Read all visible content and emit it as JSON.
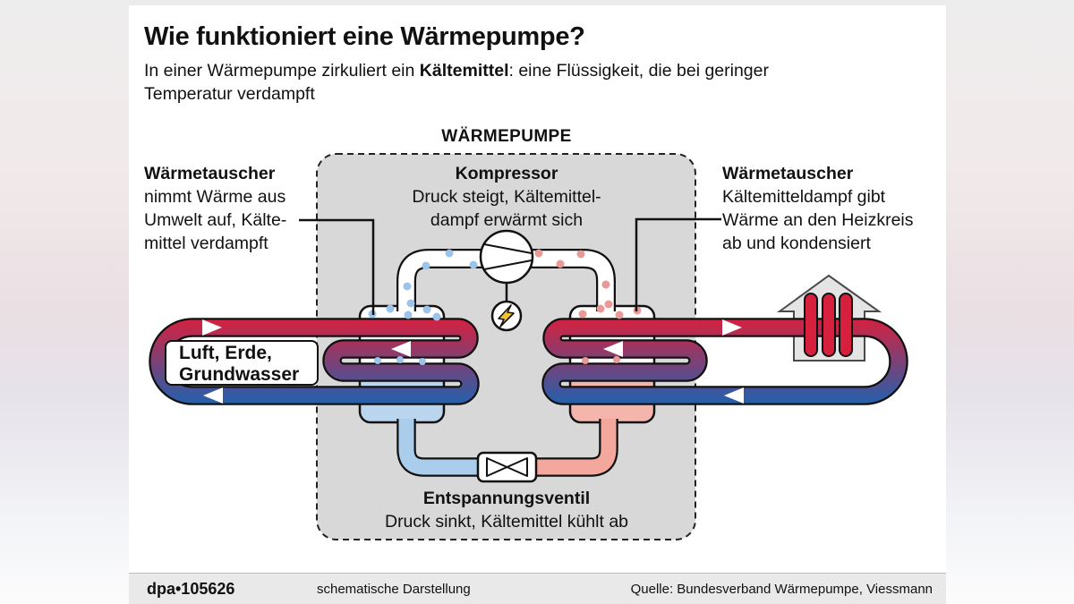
{
  "title": "Wie funktioniert eine Wärmepumpe?",
  "subtitle": {
    "prefix": "In einer Wärmepumpe zirkuliert ein ",
    "bold": "Kältemittel",
    "suffix": ": eine Flüssigkeit, die bei geringer",
    "line2": "Temperatur verdampft"
  },
  "diagram": {
    "heading": "WÄRMEPUMPE",
    "compressor": {
      "name": "Kompressor",
      "desc1": "Druck steigt, Kältemittel-",
      "desc2": "dampf erwärmt sich"
    },
    "left_exchanger": {
      "name": "Wärmetauscher",
      "line1": "nimmt Wärme aus",
      "line2": "Umwelt auf, Kälte-",
      "line3": "mittel verdampft"
    },
    "right_exchanger": {
      "name": "Wärmetauscher",
      "line1": "Kältemitteldampf gibt",
      "line2": "Wärme an den Heizkreis",
      "line3": "ab und kondensiert"
    },
    "source_label": {
      "line1": "Luft, Erde,",
      "line2": "Grundwasser"
    },
    "valve": {
      "name": "Entspannungsventil",
      "desc": "Druck sinkt, Kältemittel kühlt ab"
    }
  },
  "footer": {
    "credit": "dpa•105626",
    "note": "schematische Darstellung",
    "source": "Quelle: Bundesverband Wärmepumpe, Viessmann"
  },
  "colors": {
    "hot": "#d7203e",
    "cold": "#2161ae",
    "refrigerant_cold": "#a9cdea",
    "refrigerant_warm": "#f4a89d",
    "evaporator_liquid": "#b9d6ee",
    "condenser_liquid": "#f3b5ac",
    "dot_cold": "#9cc3e8",
    "dot_hot": "#e89a96",
    "panel": "#d8d8d8",
    "house": "#e4e4e4",
    "lightning": "#f2c12e"
  }
}
